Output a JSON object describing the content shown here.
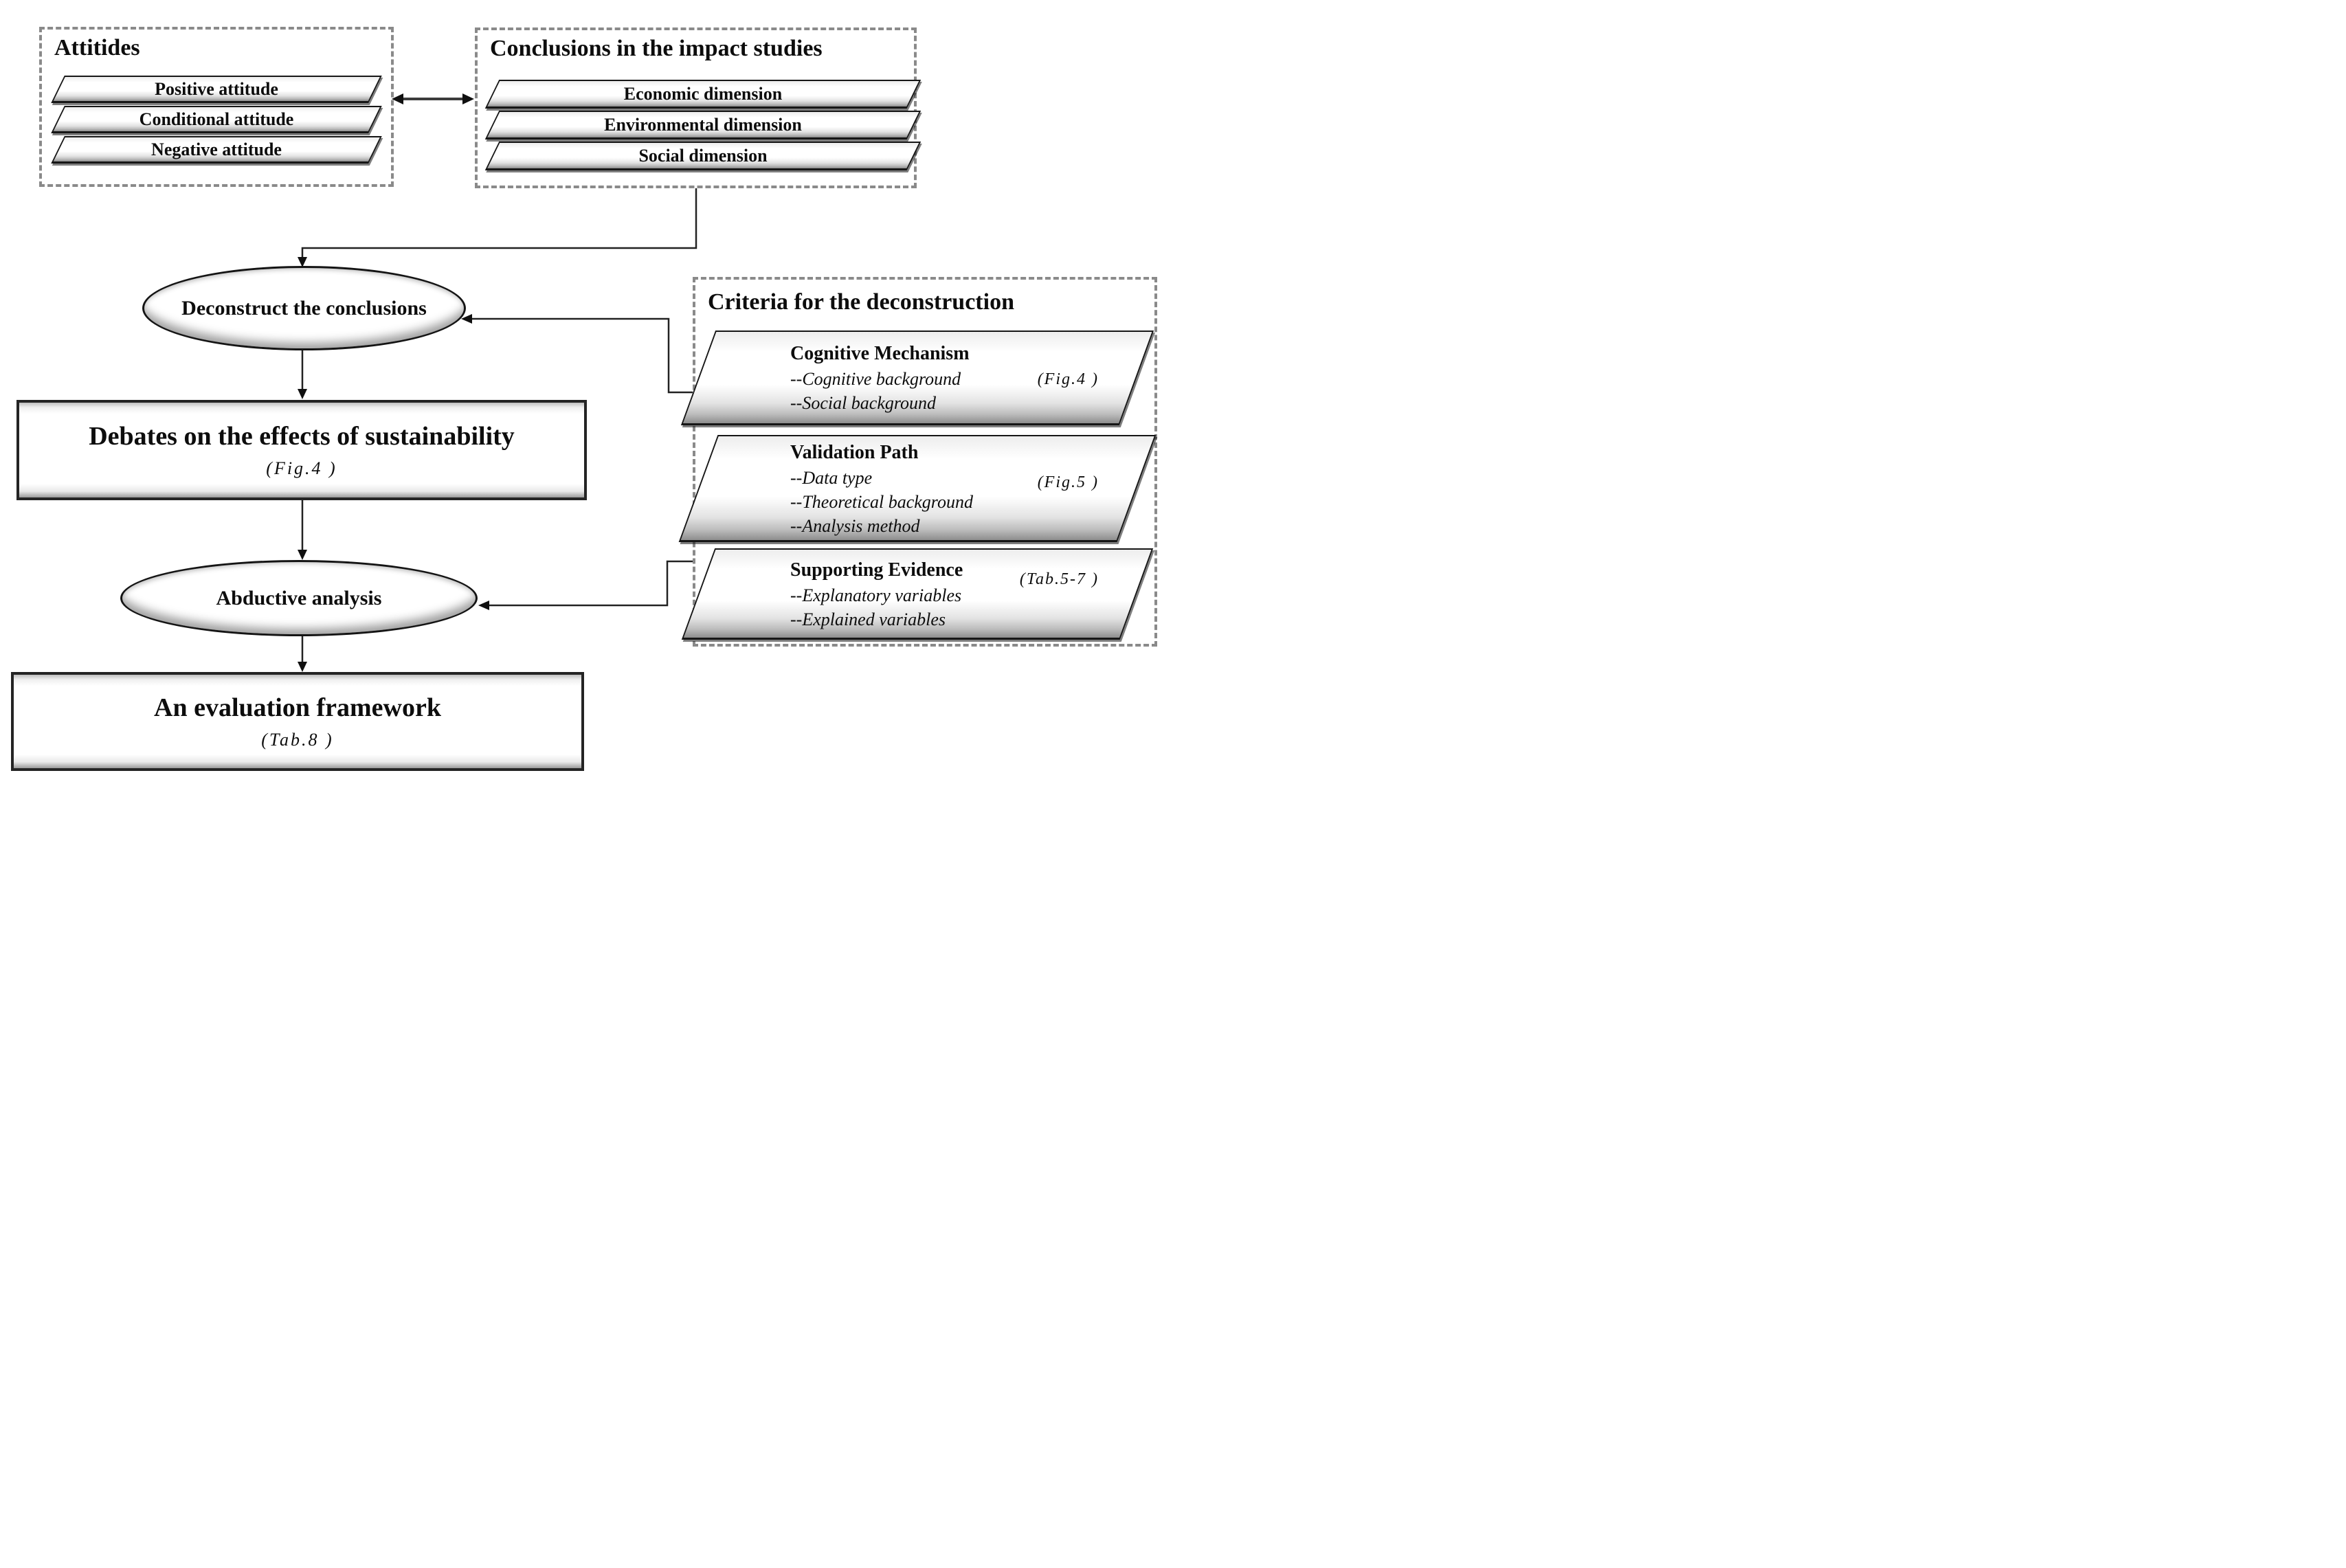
{
  "attitudes_box": {
    "title": "Attitides",
    "items": [
      "Positive attitude",
      "Conditional attitude",
      "Negative attitude"
    ]
  },
  "conclusions_box": {
    "title": "Conclusions in the impact studies",
    "items": [
      "Economic dimension",
      "Environmental dimension",
      "Social dimension"
    ]
  },
  "criteria_box": {
    "title": "Criteria for the deconstruction",
    "items": [
      {
        "heading": "Cognitive Mechanism",
        "ref": "(Fig.4 )",
        "subitems": [
          "--Cognitive background",
          "--Social background"
        ]
      },
      {
        "heading": "Validation Path",
        "ref": "(Fig.5 )",
        "subitems": [
          "--Data type",
          "--Theoretical background",
          "--Analysis method"
        ]
      },
      {
        "heading": "Supporting Evidence",
        "ref": "(Tab.5-7 )",
        "subitems": [
          "--Explanatory variables",
          "--Explained variables"
        ]
      }
    ]
  },
  "flow": {
    "deconstruct_ellipse": "Deconstruct the conclusions",
    "debates_rect": {
      "title": "Debates on the effects of sustainability",
      "ref": "(Fig.4 )"
    },
    "abductive_ellipse": "Abductive analysis",
    "evaluation_rect": {
      "title": "An evaluation framework",
      "ref": "(Tab.8 )"
    }
  },
  "colors": {
    "ink": "#0d0d0d",
    "dash_gray": "#8a8a8a",
    "shadow_gray": "#8d8d8d",
    "background": "#ffffff"
  }
}
